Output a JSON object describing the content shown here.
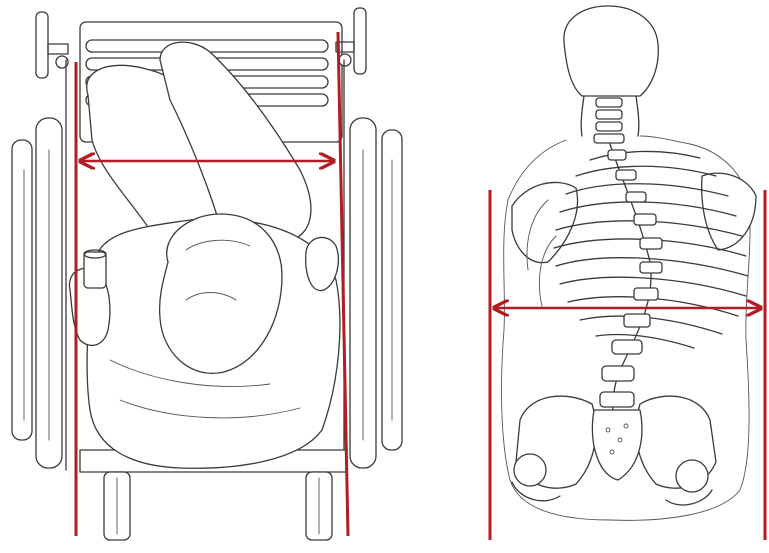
{
  "figure": {
    "panels": [
      {
        "id": "wheelchair-top-view",
        "icon": "wheelchair-user-top-view-illustration"
      },
      {
        "id": "spine-back-view",
        "icon": "scoliosis-skeleton-back-view-illustration"
      }
    ],
    "colors": {
      "measurement": "#b01e23",
      "ink": "#3a3a3a",
      "background": "#ffffff"
    }
  }
}
